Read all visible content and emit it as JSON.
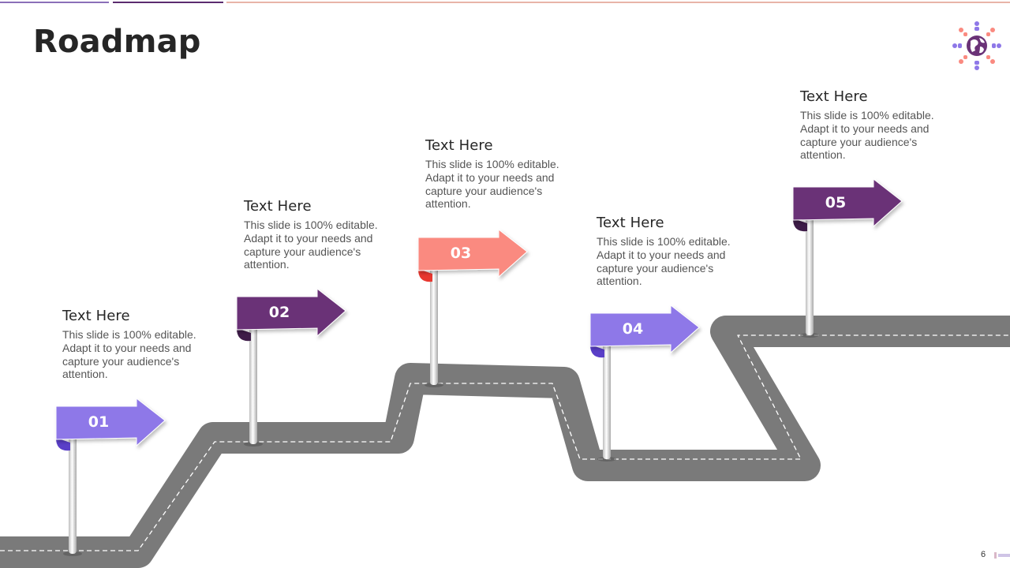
{
  "title": "Roadmap",
  "page_number": "6",
  "colors": {
    "road": "#7a7a7a",
    "lane_marking": "#ffffff",
    "pole": "#e6e6e6",
    "lavender": "#8e78e8",
    "purple": "#6a3277",
    "salmon": "#fa8a80",
    "accent_top_1": "#8b6fb8",
    "accent_top_2": "#5b2c6f",
    "accent_top_3": "#e8b4a8"
  },
  "icons": {
    "logo": "globe-people-icon"
  },
  "steps": [
    {
      "number": "01",
      "heading": "Text Here",
      "body": "This slide is 100% editable. Adapt it to your needs and capture your audience's attention.",
      "color": "#8e78e8",
      "fold_color": "#5a3fc8"
    },
    {
      "number": "02",
      "heading": "Text Here",
      "body": "This slide is 100% editable. Adapt it to your needs and capture your audience's attention.",
      "color": "#6a3277",
      "fold_color": "#3e1c48"
    },
    {
      "number": "03",
      "heading": "Text Here",
      "body": "This slide is 100% editable. Adapt it to your needs and capture your audience's attention.",
      "color": "#fa8a80",
      "fold_color": "#e8372f"
    },
    {
      "number": "04",
      "heading": "Text Here",
      "body": "This slide is 100% editable. Adapt it to your needs and capture your audience's attention.",
      "color": "#8e78e8",
      "fold_color": "#5a3fc8"
    },
    {
      "number": "05",
      "heading": "Text Here",
      "body": "This slide is 100% editable. Adapt it to your needs and capture your audience's attention.",
      "color": "#6a3277",
      "fold_color": "#3e1c48"
    }
  ]
}
